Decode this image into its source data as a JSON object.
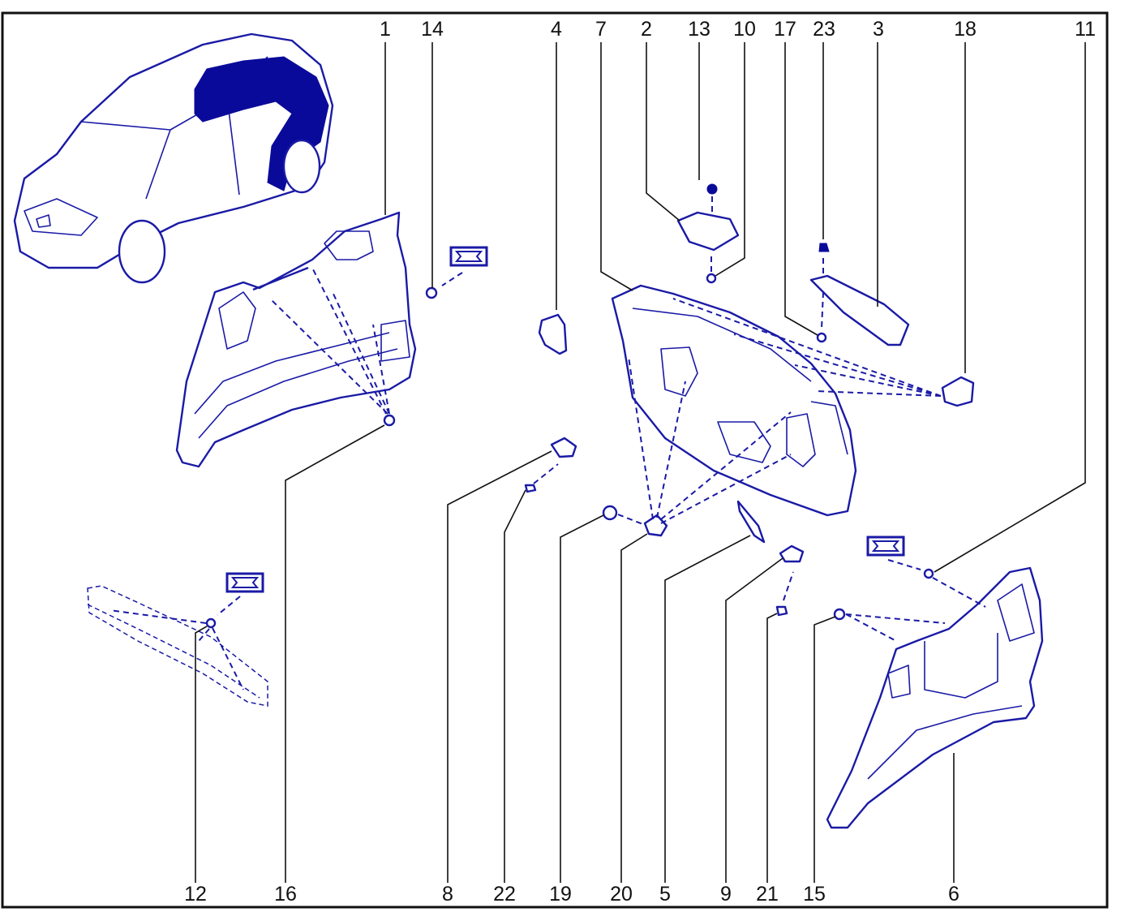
{
  "diagram": {
    "colors": {
      "line": "#1a1aa6",
      "fill": "#0a0a9a",
      "text": "#111111",
      "background": "#ffffff"
    },
    "callouts": {
      "c1": "1",
      "c14": "14",
      "c4": "4",
      "c7": "7",
      "c2": "2",
      "c13": "13",
      "c10": "10",
      "c17": "17",
      "c23": "23",
      "c3": "3",
      "c18": "18",
      "c11": "11",
      "c12": "12",
      "c16": "16",
      "c8": "8",
      "c22": "22",
      "c19": "19",
      "c20": "20",
      "c5": "5",
      "c9": "9",
      "c21": "21",
      "c15": "15",
      "c6": "6"
    },
    "icons": {
      "vehicle": "vehicle-location-icon",
      "symbol": "replace-part-symbol-icon"
    }
  }
}
